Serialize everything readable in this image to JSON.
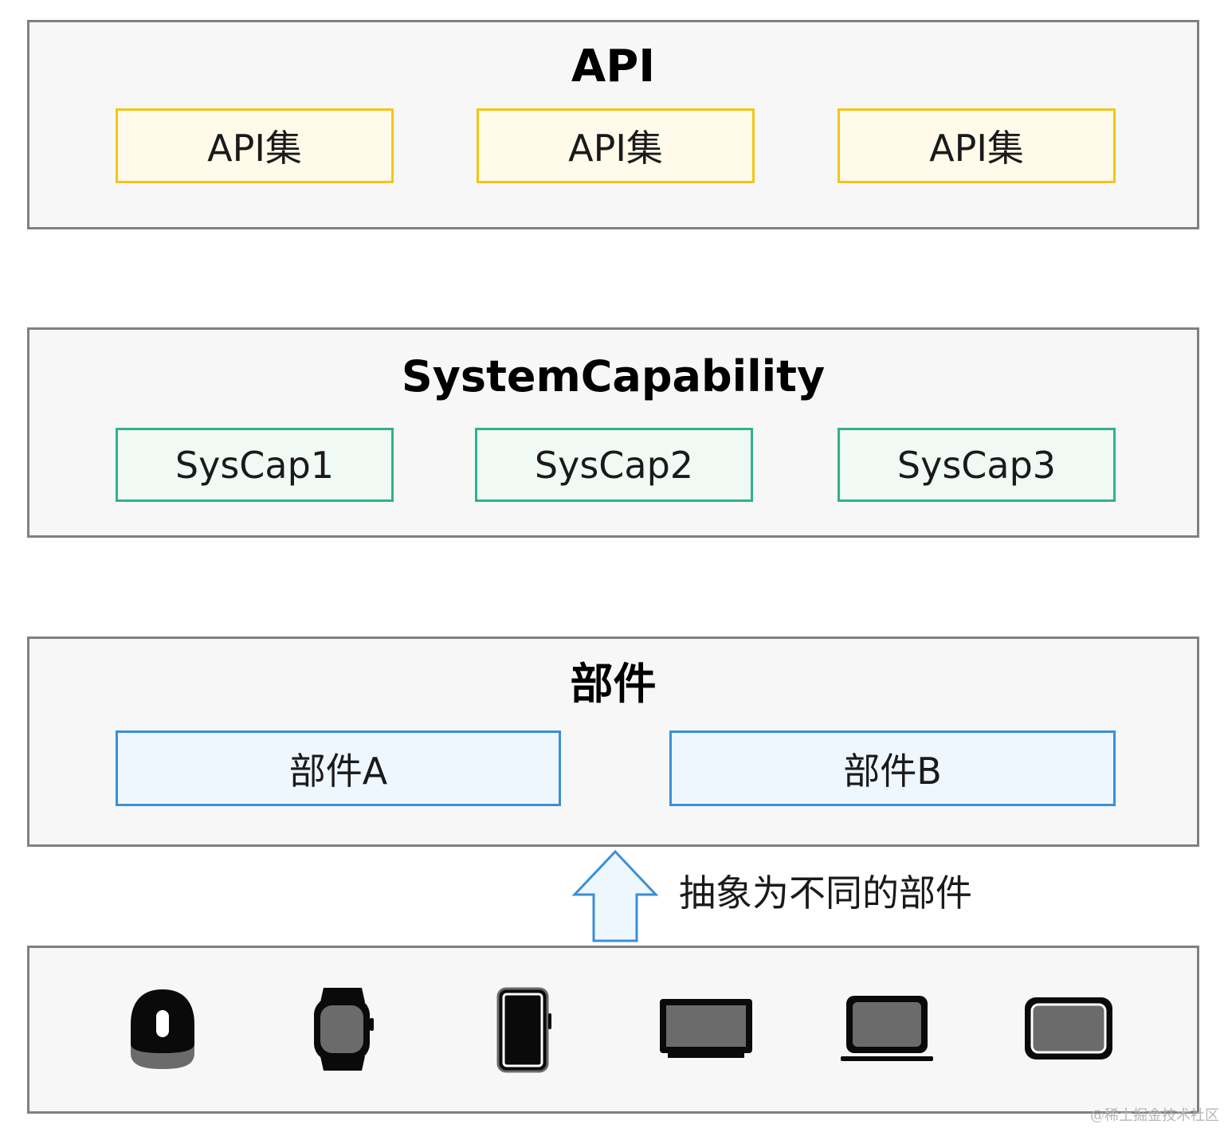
{
  "layers": {
    "api": {
      "title": "API",
      "items": [
        "API集",
        "API集",
        "API集"
      ]
    },
    "syscap": {
      "title": "SystemCapability",
      "items": [
        "SysCap1",
        "SysCap2",
        "SysCap3"
      ]
    },
    "part": {
      "title": "部件",
      "items": [
        "部件A",
        "部件B"
      ]
    },
    "devices": {
      "items": [
        "speaker-icon",
        "watch-icon",
        "phone-icon",
        "tablet-icon",
        "laptop-icon",
        "tv-icon"
      ]
    }
  },
  "arrow": {
    "label": "抽象为不同的部件"
  },
  "watermark": "@稀土掘金技术社区",
  "colors": {
    "api_border": "#f5c518",
    "syscap_border": "#2bb38f",
    "part_border": "#3b8fd6",
    "layer_border": "#808080",
    "arrow_border": "#3b8fd6"
  }
}
